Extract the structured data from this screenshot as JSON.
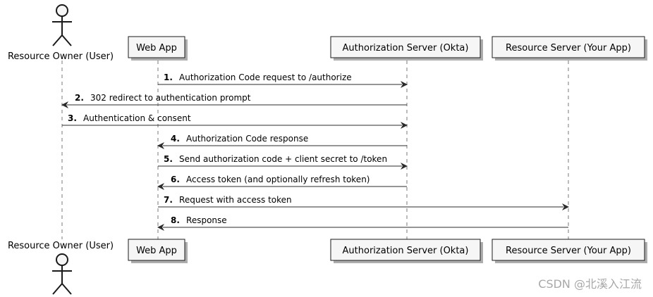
{
  "participants": [
    {
      "id": "owner",
      "label": "Resource Owner (User)",
      "kind": "actor"
    },
    {
      "id": "webapp",
      "label": "Web App",
      "kind": "box"
    },
    {
      "id": "auth",
      "label": "Authorization Server (Okta)",
      "kind": "box"
    },
    {
      "id": "resource",
      "label": "Resource Server (Your App)",
      "kind": "box"
    }
  ],
  "messages": [
    {
      "num": "1.",
      "text": "Authorization Code request to /authorize",
      "from": "webapp",
      "to": "auth"
    },
    {
      "num": "2.",
      "text": "302 redirect to authentication prompt",
      "from": "auth",
      "to": "owner"
    },
    {
      "num": "3.",
      "text": "Authentication & consent",
      "from": "owner",
      "to": "auth"
    },
    {
      "num": "4.",
      "text": "Authorization Code response",
      "from": "auth",
      "to": "webapp"
    },
    {
      "num": "5.",
      "text": "Send authorization code + client secret to /token",
      "from": "webapp",
      "to": "auth"
    },
    {
      "num": "6.",
      "text": "Access token (and optionally refresh token)",
      "from": "auth",
      "to": "webapp"
    },
    {
      "num": "7.",
      "text": "Request with access token",
      "from": "webapp",
      "to": "resource"
    },
    {
      "num": "8.",
      "text": "Response",
      "from": "resource",
      "to": "webapp"
    }
  ],
  "watermark": "CSDN @北溪入江流",
  "colors": {
    "box_fill": "#f6f6f6",
    "line": "#2b2b2b",
    "watermark": "#a8a8a8"
  },
  "icons": {
    "actor": "person-stick-figure-icon"
  }
}
